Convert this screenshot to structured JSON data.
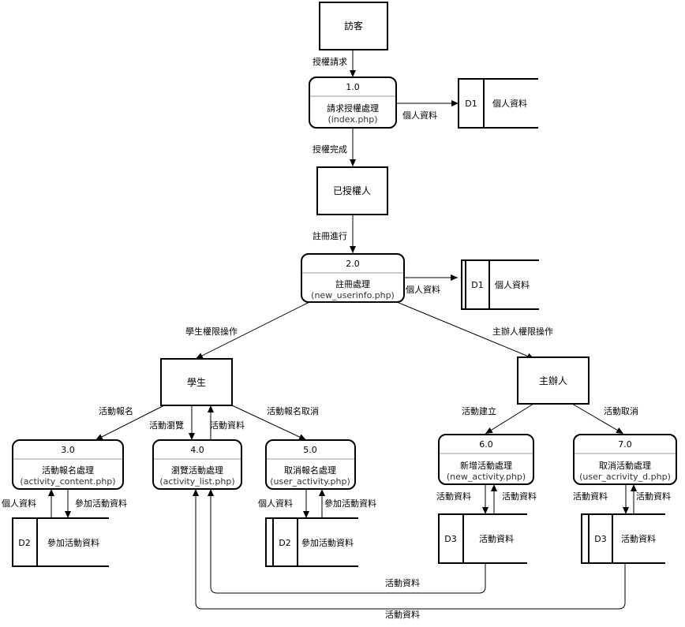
{
  "entities": {
    "visitor": "訪客",
    "authorized": "已授權人",
    "student": "學生",
    "organizer": "主辦人"
  },
  "processes": {
    "p1": {
      "num": "1.0",
      "name": "請求授權處理",
      "file": "(index.php)"
    },
    "p2": {
      "num": "2.0",
      "name": "註冊處理",
      "file": "(new_userinfo.php)"
    },
    "p3": {
      "num": "3.0",
      "name": "活動報名處理",
      "file": "(activity_content.php)"
    },
    "p4": {
      "num": "4.0",
      "name": "瀏覽活動處理",
      "file": "(activity_list.php)"
    },
    "p5": {
      "num": "5.0",
      "name": "取消報名處理",
      "file": "(user_activity.php)"
    },
    "p6": {
      "num": "6.0",
      "name": "新增活動處理",
      "file": "(new_activity.php)"
    },
    "p7": {
      "num": "7.0",
      "name": "取消活動處理",
      "file": "(user_acrivity_d.php)"
    }
  },
  "stores": {
    "s1": {
      "id": "D1",
      "name": "個人資料"
    },
    "s2": {
      "id": "D1",
      "name": "個人資料"
    },
    "s3": {
      "id": "D2",
      "name": "參加活動資料"
    },
    "s4": {
      "id": "D2",
      "name": "參加活動資料"
    },
    "s5": {
      "id": "D3",
      "name": "活動資料"
    },
    "s6": {
      "id": "D3",
      "name": "活動資料"
    }
  },
  "flows": {
    "auth_request": "授權請求",
    "auth_done": "授權完成",
    "personal_1": "個人資料",
    "register": "註冊進行",
    "personal_2": "個人資料",
    "student_perm": "學生權限操作",
    "organizer_perm": "主辦人權限操作",
    "signup": "活動報名",
    "browse": "活動瀏覽",
    "activity_data_4": "活動資料",
    "cancel_signup": "活動報名取消",
    "create_activity": "活動建立",
    "cancel_activity": "活動取消",
    "p3_personal": "個人資料",
    "p3_join": "參加活動資料",
    "p5_personal": "個人資料",
    "p5_join": "參加活動資料",
    "p6_a": "活動資料",
    "p6_b": "活動資料",
    "p7_a": "活動資料",
    "p7_b": "活動資料",
    "loop_1": "活動資料",
    "loop_2": "活動資料"
  }
}
